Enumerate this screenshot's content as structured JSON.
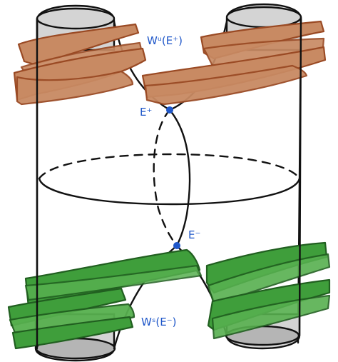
{
  "labels": {
    "unstable_manifold": "Wᵘ(E⁺)",
    "stable_manifold": "Wˢ(E⁻)",
    "e_plus": "E⁺",
    "e_minus": "E⁻"
  },
  "colors": {
    "unstable_band": "#c88a63",
    "stable_band": "#3f9e3b",
    "label_ink": "#1f57c9",
    "line_ink": "#111111"
  }
}
